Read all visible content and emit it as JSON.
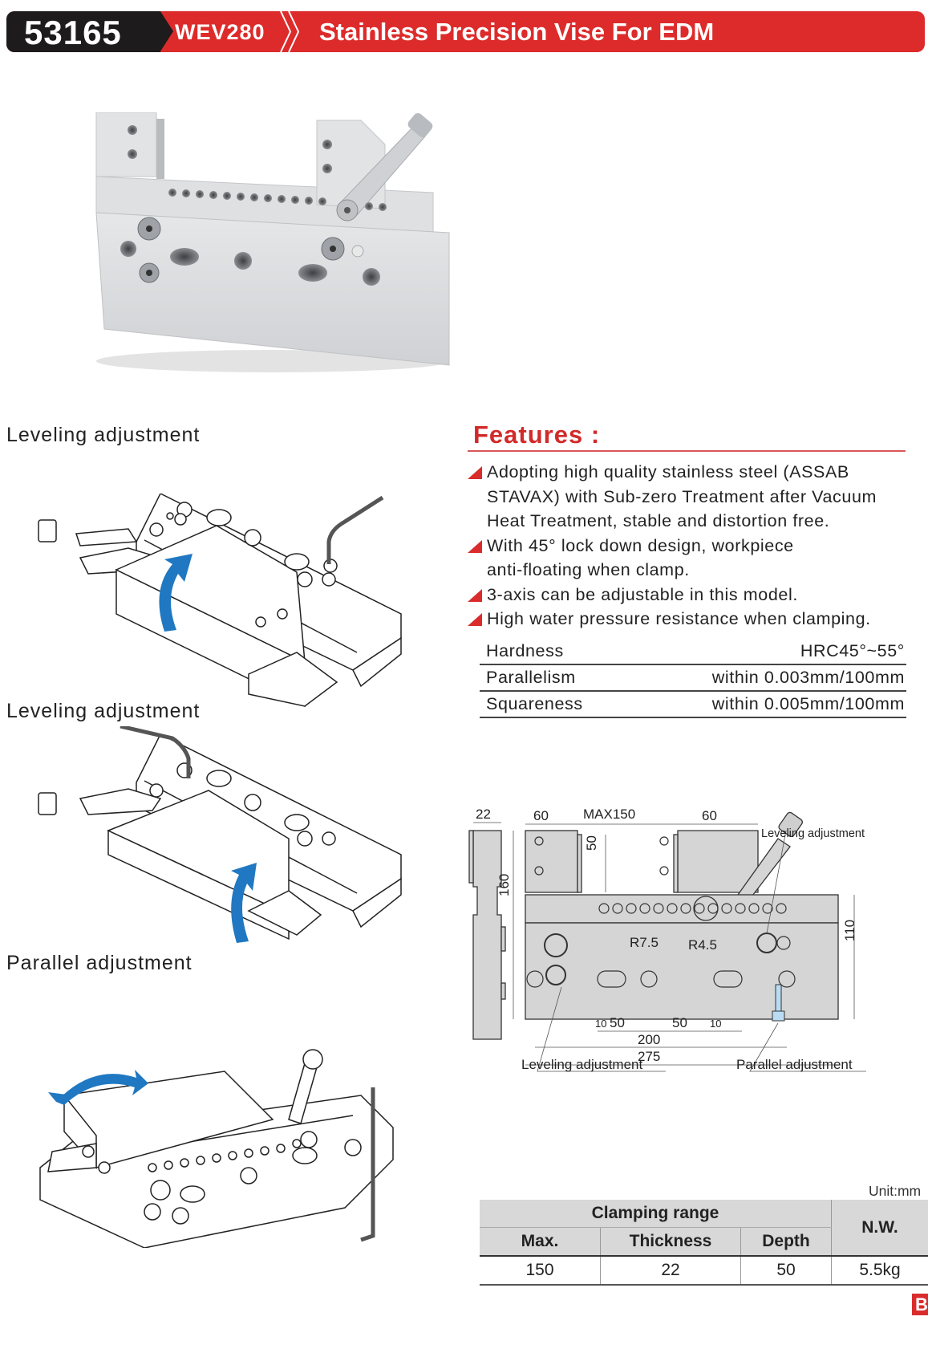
{
  "header": {
    "product_code": "53165",
    "model": "WEV280",
    "title": "Stainless Precision Vise For EDM",
    "colors": {
      "red": "#dd2b2b",
      "black": "#1d1b1b"
    }
  },
  "illustrations": [
    {
      "label": "Leveling adjustment",
      "icon": "leveling-arrow-vertical"
    },
    {
      "label": "Leveling adjustment",
      "icon": "leveling-arrow-vertical"
    },
    {
      "label": "Parallel adjustment",
      "icon": "parallel-arrow-horizontal"
    }
  ],
  "features": {
    "title": "Features :",
    "items": [
      {
        "lines": [
          "Adopting high quality stainless steel (ASSAB",
          "STAVAX) with Sub-zero Treatment after Vacuum",
          "Heat Treatment, stable and distortion free."
        ]
      },
      {
        "lines": [
          "With 45° lock down design, workpiece",
          "anti-floating when clamp."
        ]
      },
      {
        "lines": [
          "3-axis can be adjustable in this model."
        ]
      },
      {
        "lines": [
          "High water pressure resistance when clamping."
        ]
      }
    ],
    "accent_color": "#d92c2c"
  },
  "specs": [
    {
      "label": "Hardness",
      "value": "HRC45°~55°"
    },
    {
      "label": "Parallelism",
      "value": "within 0.003mm/100mm"
    },
    {
      "label": "Squareness",
      "value": "within 0.005mm/100mm"
    }
  ],
  "drawing": {
    "dims": {
      "side_width": "22",
      "jaw_left": "60",
      "max_open": "MAX150",
      "jaw_right": "60",
      "jaw_height": "50",
      "total_height": "160",
      "body_height": "110",
      "r_large": "R7.5",
      "r_small": "R4.5",
      "d10a": "10",
      "d50a": "50",
      "d50b": "50",
      "d10b": "10",
      "d200": "200",
      "d275": "275"
    },
    "callouts": {
      "leveling_top": "Leveling adjustment",
      "leveling_bottom": "Leveling adjustment",
      "parallel": "Parallel adjustment"
    }
  },
  "clamping_table": {
    "unit": "Unit:mm",
    "group_header": "Clamping range",
    "headers": [
      "Max.",
      "Thickness",
      "Depth"
    ],
    "nw_header": "N.W.",
    "row": {
      "max": "150",
      "thickness": "22",
      "depth": "50",
      "nw": "5.5kg"
    }
  },
  "page_badge": "B"
}
